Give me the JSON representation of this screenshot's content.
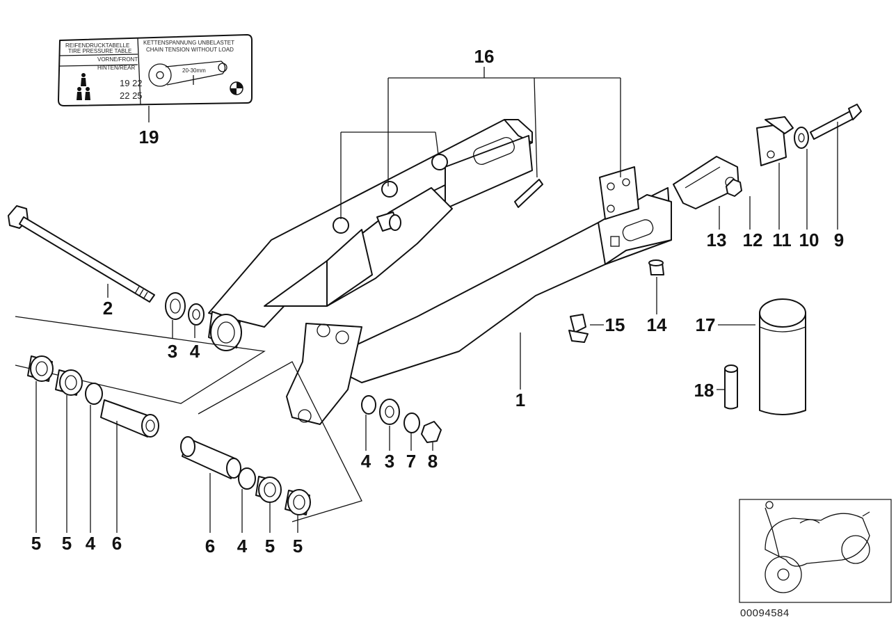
{
  "diagram": {
    "reference_number": "00094584",
    "callouts": {
      "c1": "1",
      "c2": "2",
      "c3a": "3",
      "c4a": "4",
      "c3b": "3",
      "c4b": "4",
      "c5a": "5",
      "c5b": "5",
      "c4c": "4",
      "c6a": "6",
      "c6b": "6",
      "c4d": "4",
      "c5c": "5",
      "c5d": "5",
      "c7": "7",
      "c8": "8",
      "c9": "9",
      "c10": "10",
      "c11": "11",
      "c12": "12",
      "c13": "13",
      "c14": "14",
      "c15": "15",
      "c16": "16",
      "c17": "17",
      "c18": "18",
      "c19": "19"
    },
    "label_19": {
      "left_line1": "REIFENDRUCKTABELLE",
      "left_line2": "TIRE PRESSURE TABLE",
      "left_line3": "VORNE/FRONT",
      "left_line4": "HINTEN/REAR",
      "right_line1": "KETTENSPANNUNG UNBELASTET",
      "right_line2": "CHAIN TENSION WITHOUT LOAD",
      "range": "20-30mm",
      "solo_values": "19  22",
      "pillion_values": "22  25"
    }
  }
}
